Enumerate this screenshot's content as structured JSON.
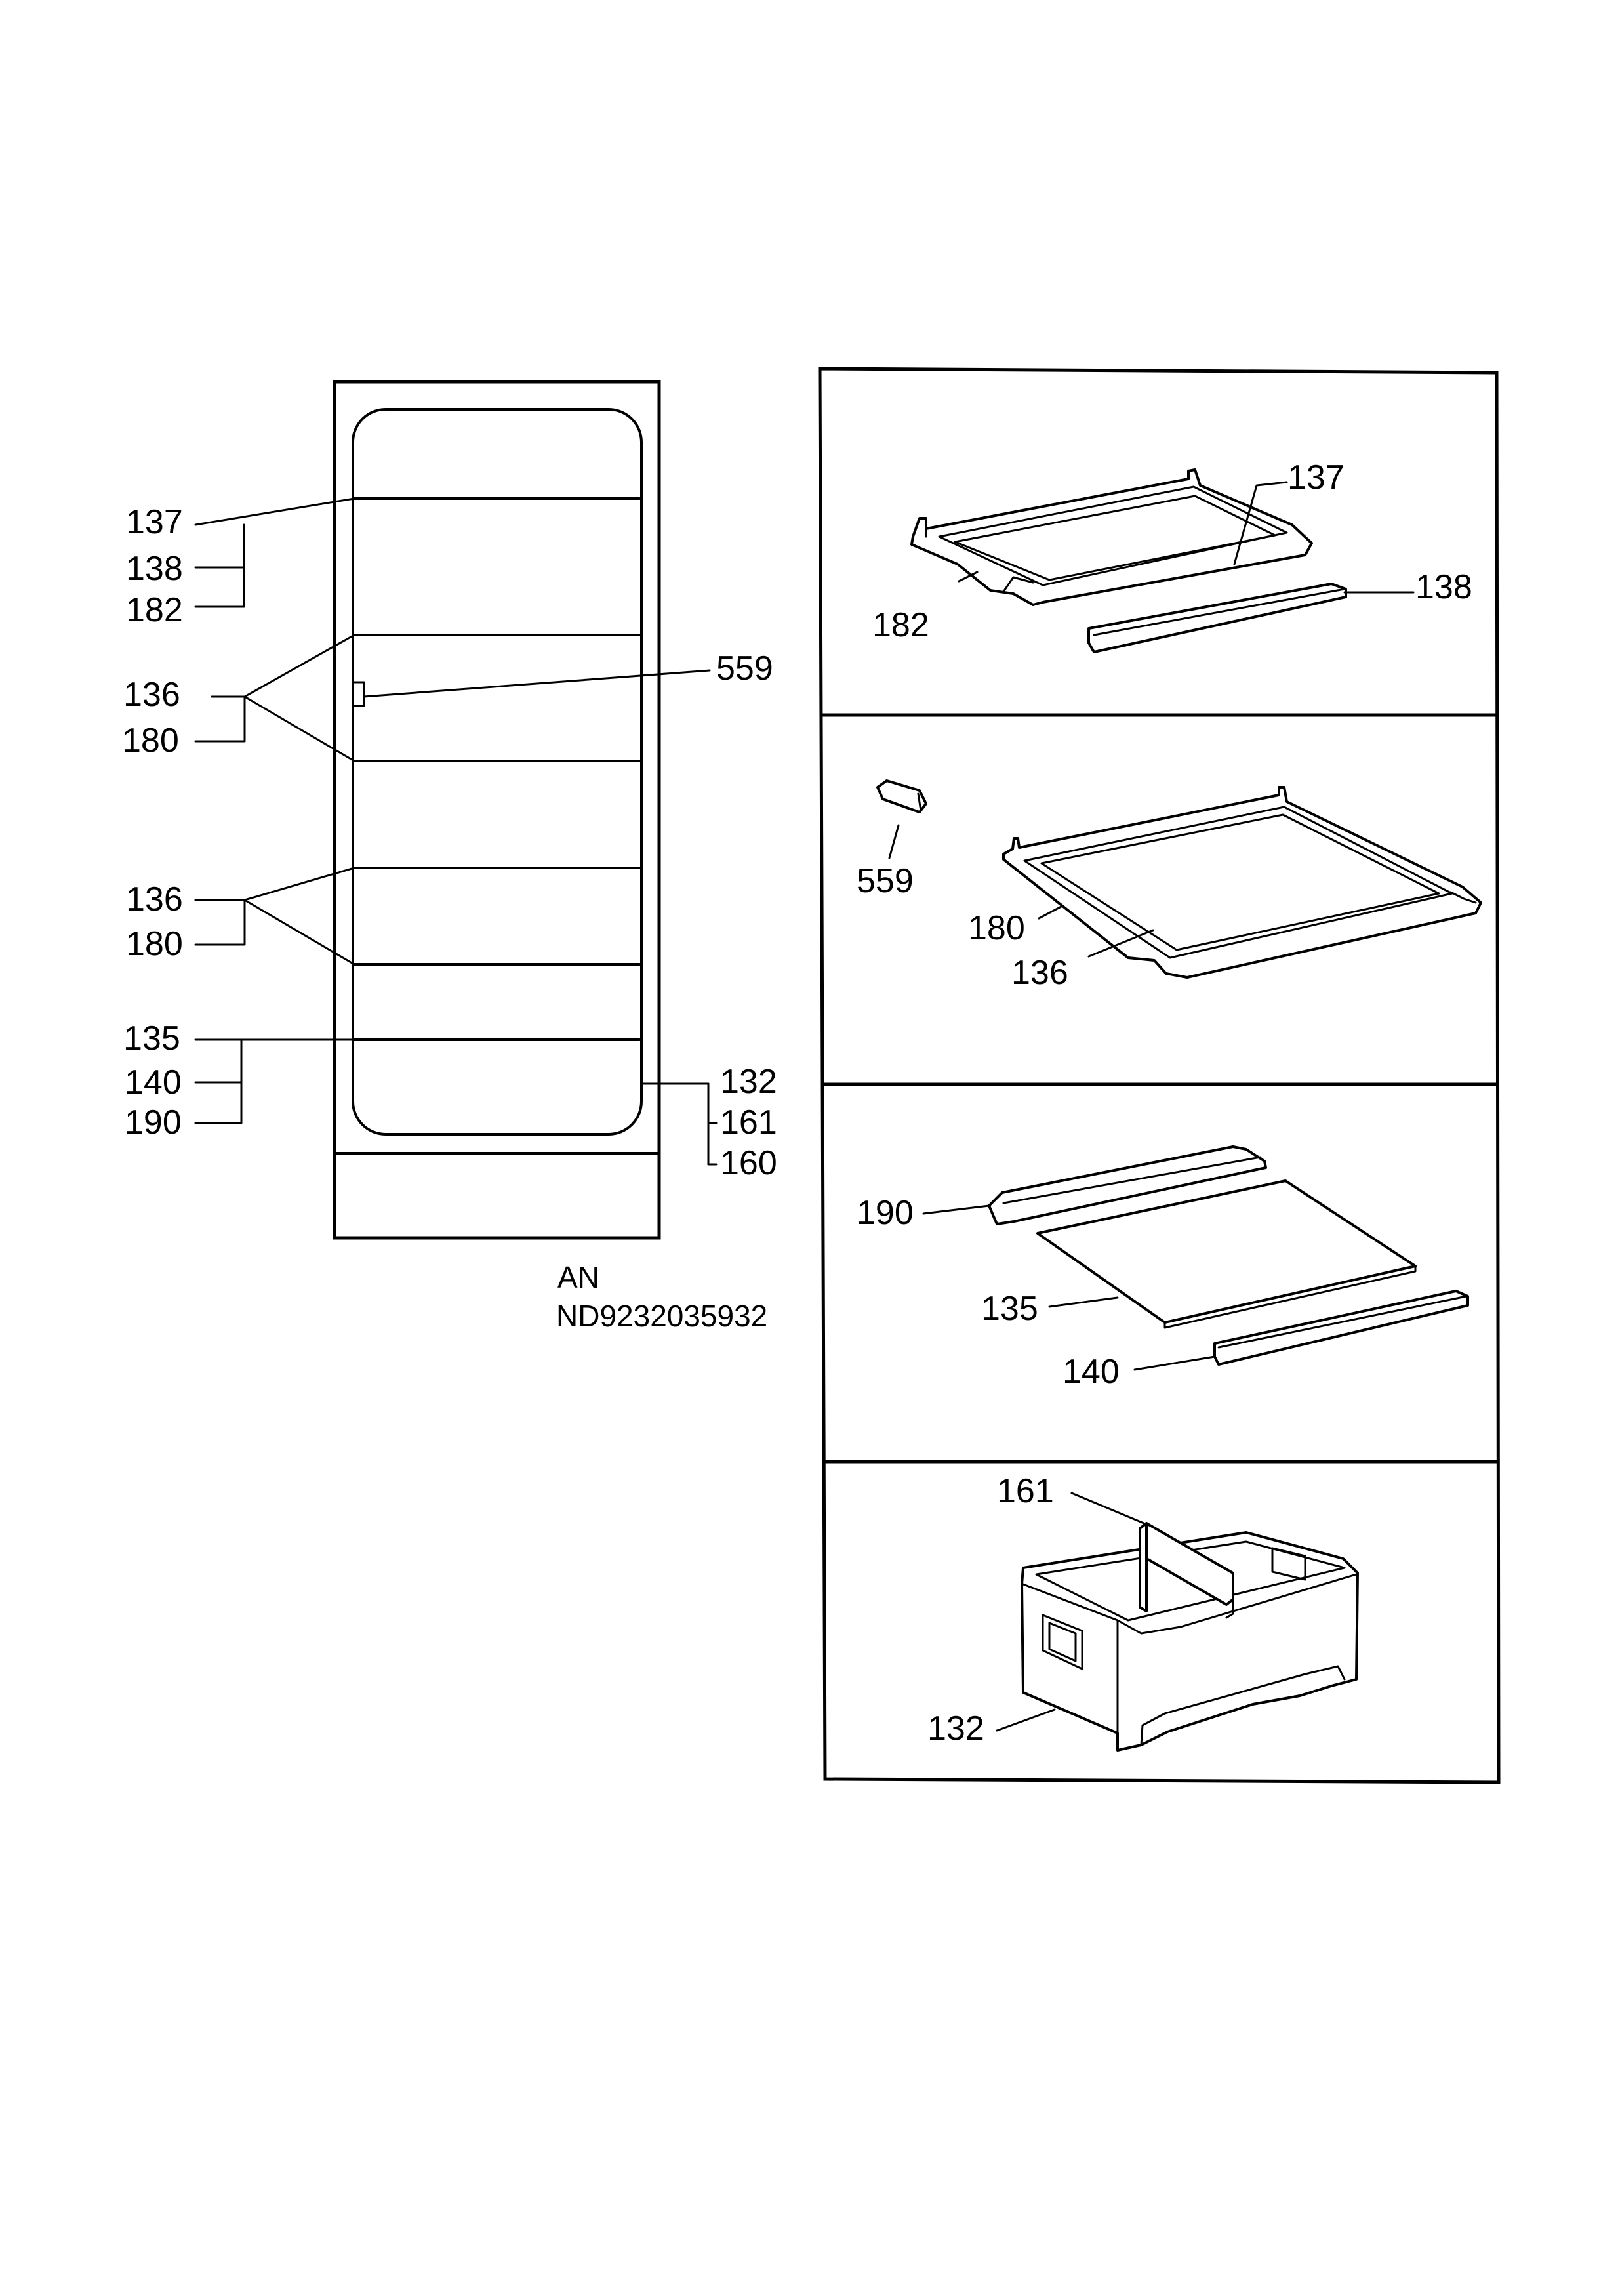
{
  "overview": {
    "labels": {
      "l137": "137",
      "l138": "138",
      "l182": "182",
      "l136a": "136",
      "l180a": "180",
      "l559": "559",
      "l136b": "136",
      "l180b": "180",
      "l135": "135",
      "l140": "140",
      "l190": "190",
      "l132": "132",
      "l161": "161",
      "l160": "160"
    },
    "caption_line1": "AN",
    "caption_line2": "ND9232035932"
  },
  "panels": {
    "panel1": {
      "l137": "137",
      "l138": "138",
      "l182": "182"
    },
    "panel2": {
      "l559": "559",
      "l180": "180",
      "l136": "136"
    },
    "panel3": {
      "l190": "190",
      "l135": "135",
      "l140": "140"
    },
    "panel4": {
      "l161": "161",
      "l132": "132"
    }
  }
}
